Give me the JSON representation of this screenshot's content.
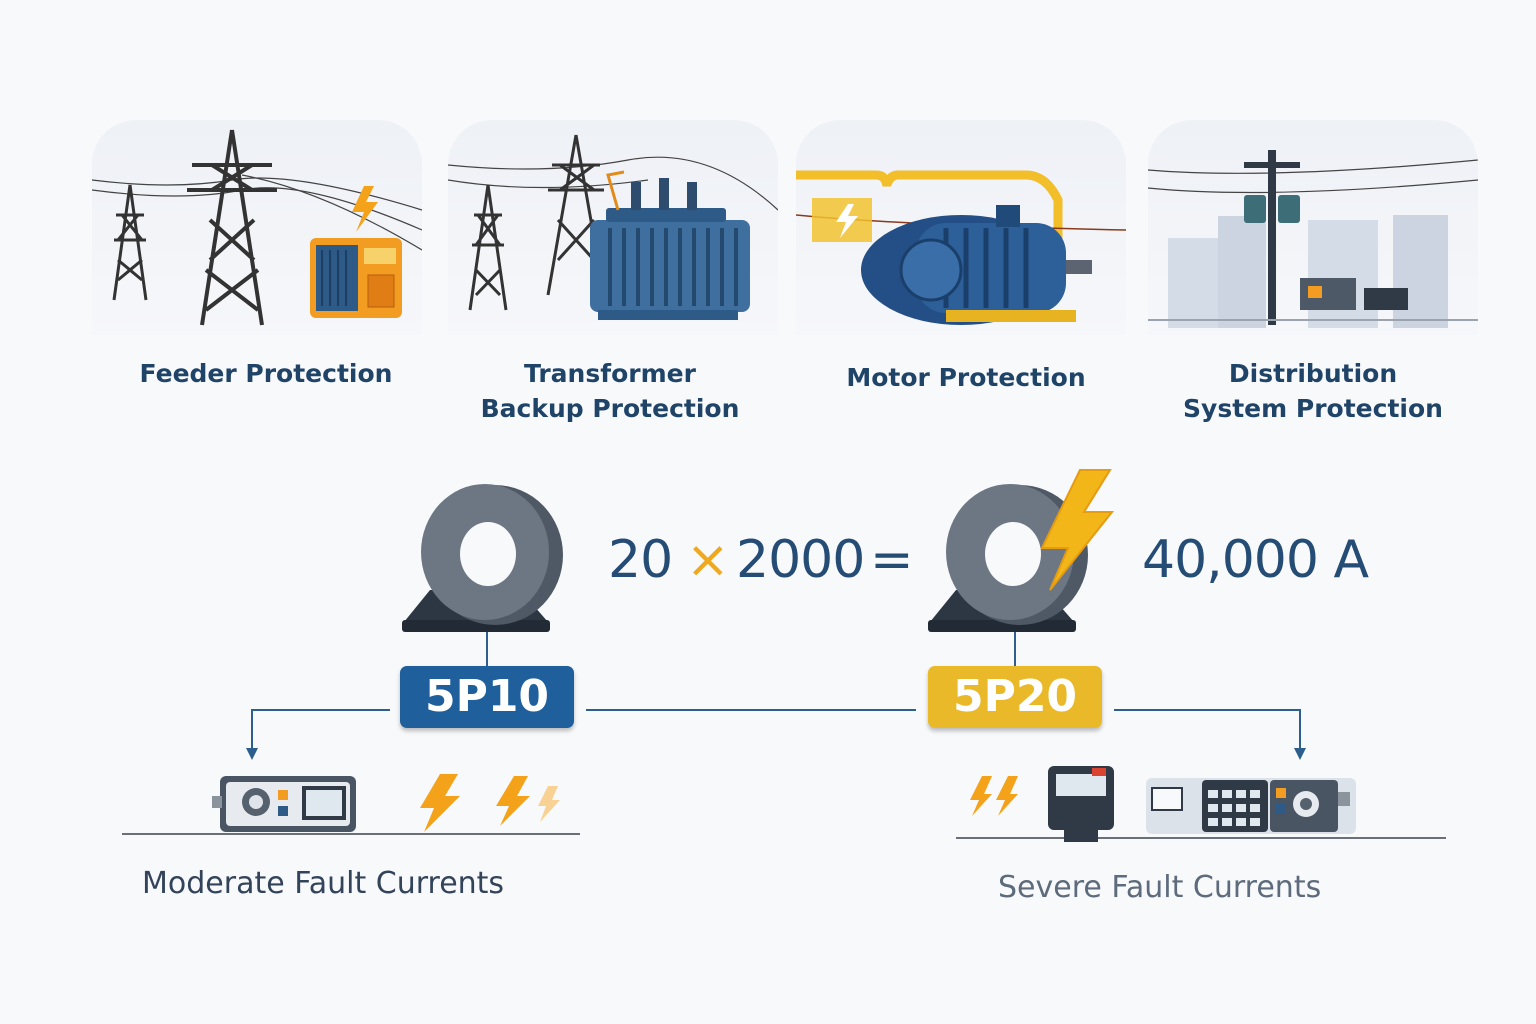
{
  "applications": [
    {
      "id": "feeder",
      "label": "Feeder Protection"
    },
    {
      "id": "transformer",
      "label": "Transformer\nBackup Protection"
    },
    {
      "id": "motor",
      "label": "Motor Protection"
    },
    {
      "id": "distribution",
      "label": "Distribution\nSystem Protection"
    }
  ],
  "equation": {
    "factor": "20",
    "times": "×",
    "primary": "2000",
    "equals": "=",
    "result": "40,000 A"
  },
  "classes": {
    "left": {
      "label": "5P10",
      "color": "#1e5f9c",
      "text_color": "#ffffff",
      "caption": "Moderate Fault Currents"
    },
    "right": {
      "label": "5P20",
      "color": "#eab92a",
      "text_color": "#ffffff",
      "caption": "Severe Fault Currents"
    }
  },
  "colors": {
    "navy": "#1f4468",
    "orange": "#f5a21b",
    "steel": "#5b6470",
    "connector": "#2c5f8e"
  }
}
